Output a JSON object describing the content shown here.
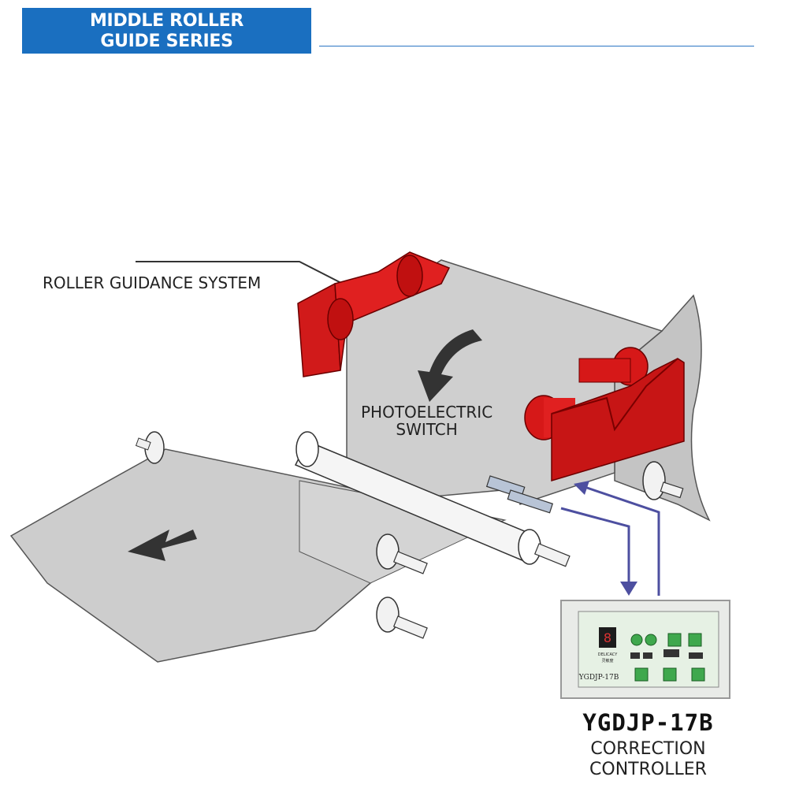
{
  "header": {
    "title_line1": "MIDDLE ROLLER",
    "title_line2": "GUIDE SERIES"
  },
  "labels": {
    "roller_system": "ROLLER GUIDANCE SYSTEM",
    "photo_line1": "PHOTOELECTRIC",
    "photo_line2": "SWITCH"
  },
  "controller": {
    "model": "YGDJP-17B",
    "caption_line1": "CORRECTION",
    "caption_line2": "CONTROLLER",
    "panel": {
      "model_label": "YGDJP-17B",
      "delicacy_label": "DELICACY",
      "delicacy_cn": "灵敏度",
      "digit": "8"
    }
  },
  "colors": {
    "banner": "#1a6fc0",
    "roller_red": "#d61818",
    "web_gray": "#c9c9c9",
    "signal_line": "#4d4fa0",
    "panel_bg": "#e7f0e6",
    "button_green": "#3fa84d"
  }
}
